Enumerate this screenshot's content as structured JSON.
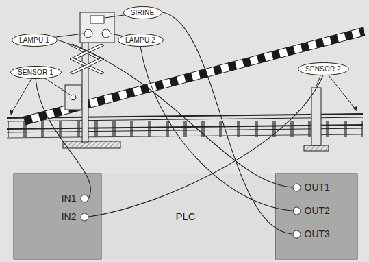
{
  "diagram": {
    "nodes": [
      {
        "text": [
          "SIRINE"
        ]
      },
      {
        "text": [
          "LAMPU 1"
        ]
      },
      {
        "text": [
          "LAMPU 2"
        ]
      },
      {
        "text": [
          "SENSOR 1"
        ]
      },
      {
        "text": [
          "SENSOR 2"
        ]
      },
      {
        "text": [
          "PLC"
        ]
      },
      {
        "text": [
          "IN1"
        ],
        "in": 5
      },
      {
        "text": [
          "IN2"
        ],
        "in": 5
      },
      {
        "text": [
          "OUT1"
        ],
        "in": 5
      },
      {
        "text": [
          "OUT2"
        ],
        "in": 5
      },
      {
        "text": [
          "OUT3"
        ],
        "in": 5
      }
    ],
    "edges": [
      {
        "from": 3,
        "to": 6,
        "arrow": "none"
      },
      {
        "from": 4,
        "to": 7,
        "arrow": "none"
      },
      {
        "from": 1,
        "to": 8,
        "arrow": "none"
      },
      {
        "from": 2,
        "to": 9,
        "arrow": "none"
      },
      {
        "from": 0,
        "to": 10,
        "arrow": "none"
      }
    ]
  }
}
